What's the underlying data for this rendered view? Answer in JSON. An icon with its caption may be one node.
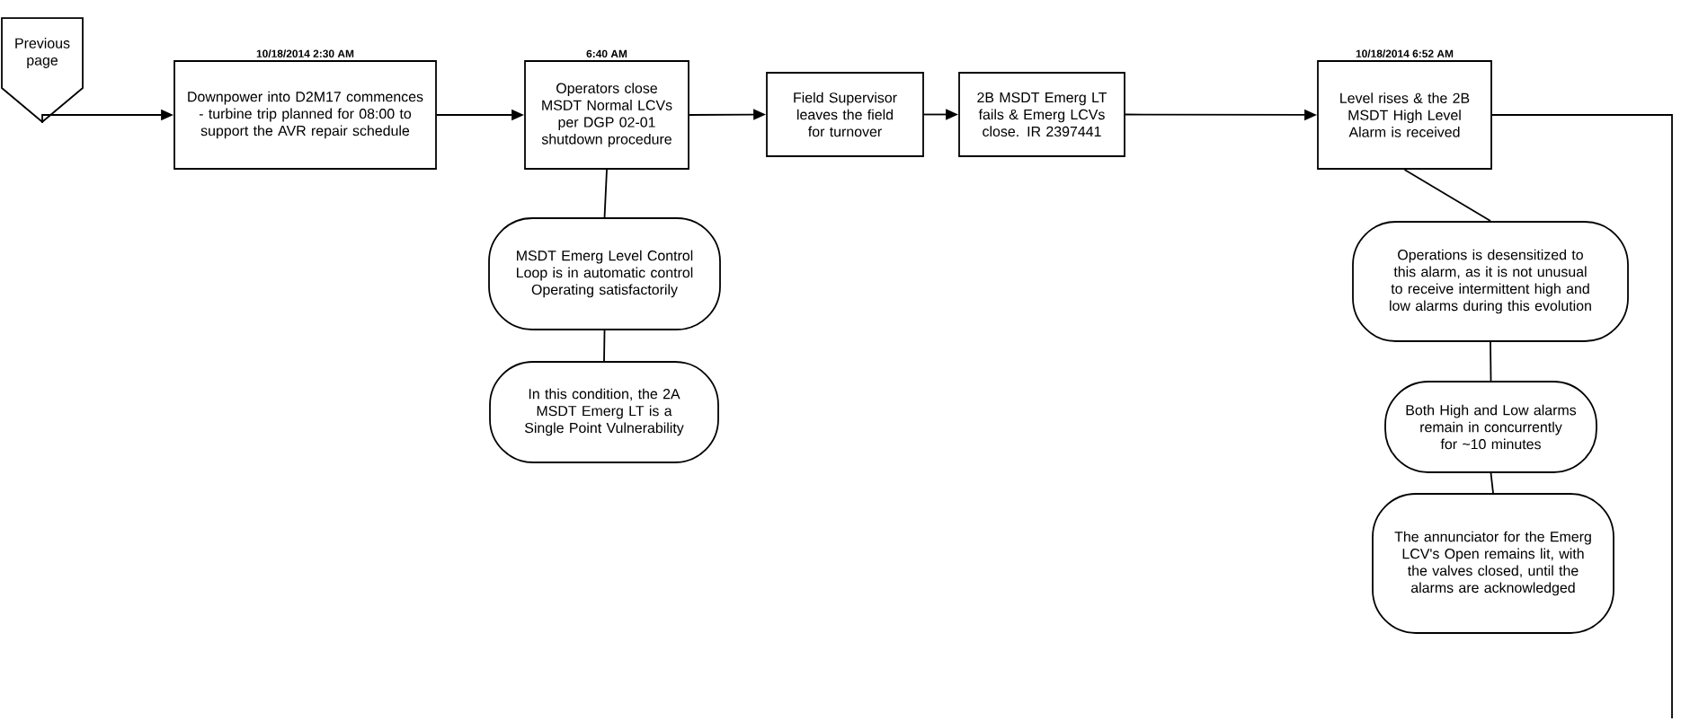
{
  "diagram": {
    "nodes": [
      {
        "text": [
          "Previous page"
        ]
      },
      {
        "text": [
          "Downpower into D2M17 commences - turbine trip planned for 08:00 to support the AVR repair schedule"
        ],
        "beside": [
          "10/18/2014 2:30 AM"
        ]
      },
      {
        "text": [
          "Operators close MSDT Normal LCVs per DGP 02-01 shutdown procedure"
        ],
        "beside": [
          "6:40 AM"
        ]
      },
      {
        "text": [
          "Field Supervisor leaves the field for turnover"
        ]
      },
      {
        "text": [
          "2B MSDT Emerg LT fails & Emerg LCVs close.  IR 2397441"
        ]
      },
      {
        "text": [
          "Level rises & the 2B MSDT High Level Alarm is received"
        ],
        "beside": [
          "10/18/2014 6:52 AM"
        ]
      },
      {
        "text": [
          "MSDT Emerg Level Control Loop is in automatic control Operating satisfactorily"
        ]
      },
      {
        "text": [
          "In this condition, the 2A MSDT Emerg LT is a Single Point Vulnerability"
        ]
      },
      {
        "text": [
          "Operations is desensitized to this alarm, as it is not unusual to receive intermittent high and low alarms during this evolution"
        ]
      },
      {
        "text": [
          "Both High and Low alarms remain in concurrently for ~10 minutes"
        ]
      },
      {
        "text": [
          "The annunciator for the Emerg LCV's Open remains lit, with the valves closed, until the alarms are acknowledged"
        ]
      }
    ],
    "edges": [
      {
        "from": 0,
        "to": 1,
        "arrow": "to"
      },
      {
        "from": 1,
        "to": 2,
        "arrow": "to"
      },
      {
        "from": 2,
        "to": 3,
        "arrow": "to"
      },
      {
        "from": 3,
        "to": 4,
        "arrow": "to"
      },
      {
        "from": 4,
        "to": 5,
        "arrow": "to"
      },
      {
        "from": 5,
        "to": null,
        "arrow": "none"
      },
      {
        "from": 2,
        "to": 6,
        "arrow": "none"
      },
      {
        "from": 6,
        "to": 7,
        "arrow": "none"
      },
      {
        "from": 5,
        "to": 8,
        "arrow": "none"
      },
      {
        "from": 8,
        "to": 9,
        "arrow": "none"
      },
      {
        "from": 9,
        "to": 10,
        "arrow": "none"
      }
    ]
  }
}
